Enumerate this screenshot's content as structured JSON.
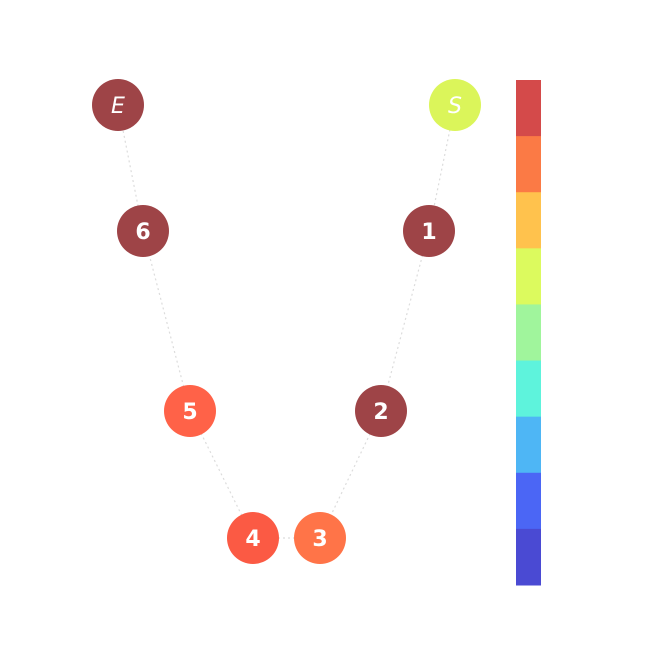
{
  "nodes": [
    {
      "id": "S",
      "label": "S",
      "italic": true,
      "color": "#dbf55a"
    },
    {
      "id": "1",
      "label": "1",
      "italic": false,
      "color": "#9e4447"
    },
    {
      "id": "2",
      "label": "2",
      "italic": false,
      "color": "#9e4447"
    },
    {
      "id": "3",
      "label": "3",
      "italic": false,
      "color": "#ff7448"
    },
    {
      "id": "4",
      "label": "4",
      "italic": false,
      "color": "#fb5a44"
    },
    {
      "id": "5",
      "label": "5",
      "italic": false,
      "color": "#ff6248"
    },
    {
      "id": "6",
      "label": "6",
      "italic": false,
      "color": "#9e4447"
    },
    {
      "id": "E",
      "label": "E",
      "italic": true,
      "color": "#9e4447"
    }
  ],
  "path_order": [
    "S",
    "1",
    "2",
    "3",
    "4",
    "5",
    "6",
    "E"
  ],
  "colorbar": {
    "colors": [
      "#d44a4a",
      "#fb7a45",
      "#ffc24d",
      "#dcfa5e",
      "#a0f59c",
      "#5ef3dc",
      "#4eb6f5",
      "#4b66f5",
      "#4a4ad3"
    ]
  }
}
